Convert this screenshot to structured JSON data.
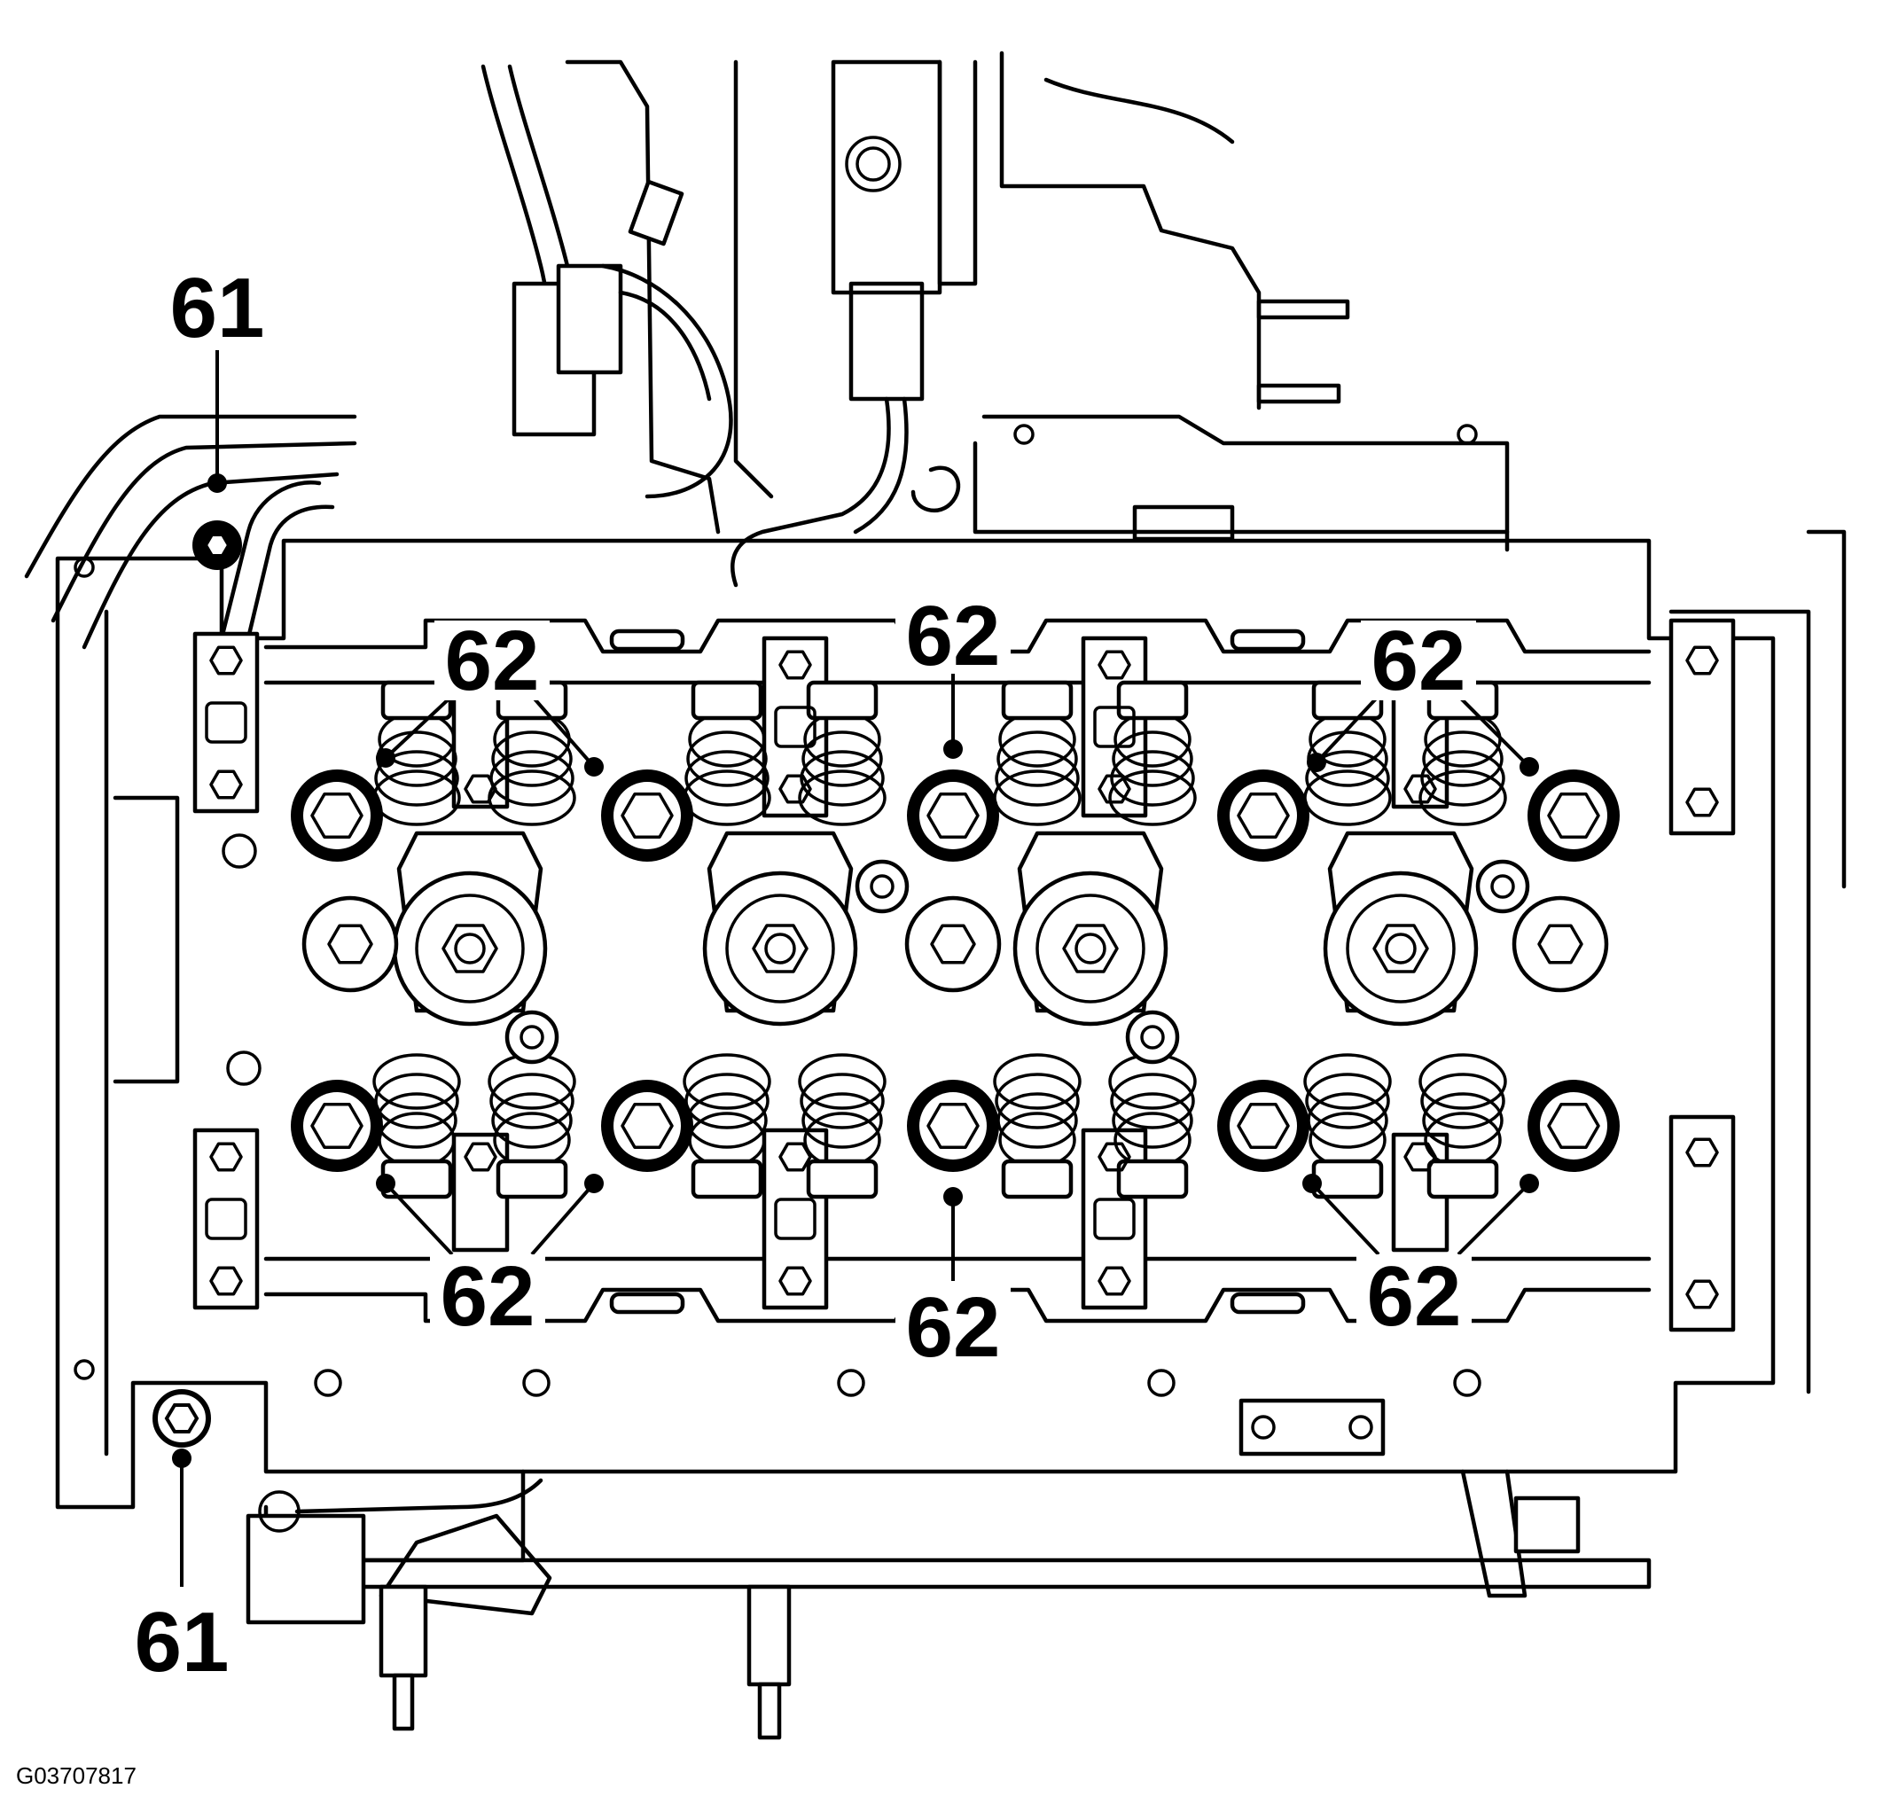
{
  "figure_id": "G03707817",
  "callouts": {
    "c61_top": "61",
    "c61_bottom": "61",
    "c62_top_left": "62",
    "c62_top_center": "62",
    "c62_top_right": "62",
    "c62_bottom_left": "62",
    "c62_bottom_center": "62",
    "c62_bottom_right": "62"
  },
  "colors": {
    "line": "#000000",
    "background": "#ffffff"
  }
}
